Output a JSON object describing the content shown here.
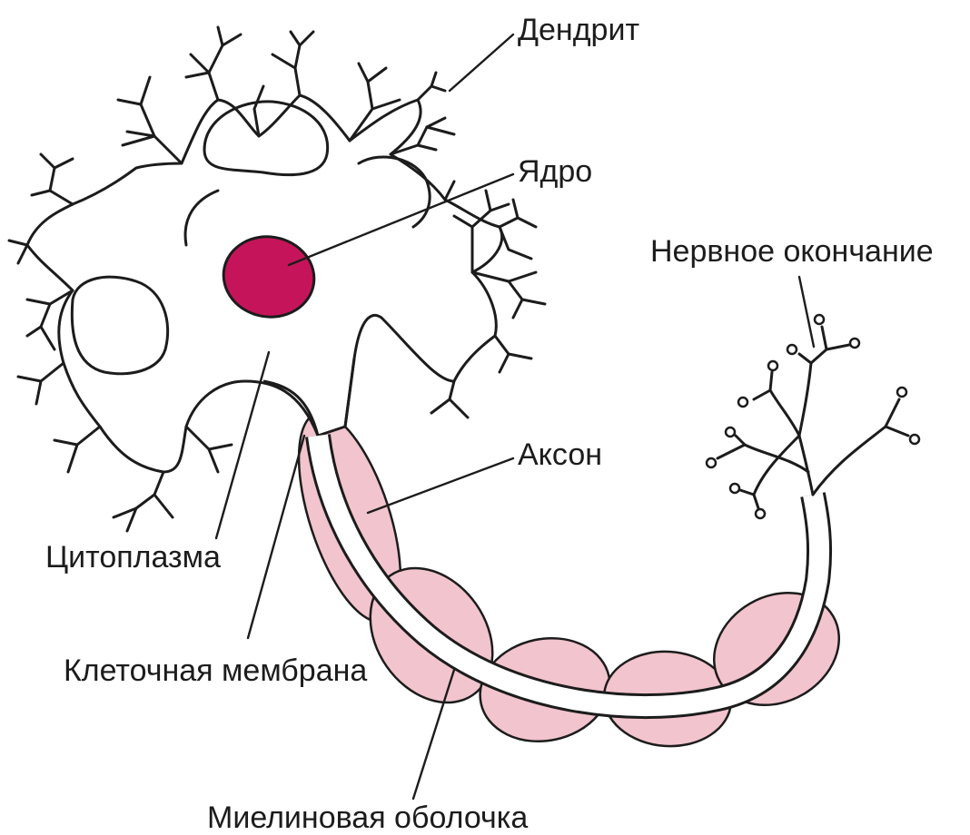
{
  "labels": {
    "dendrite": "Дендрит",
    "nucleus": "Ядро",
    "nerve_ending": "Нервное окончание",
    "axon": "Аксон",
    "cytoplasm": "Цитоплазма",
    "cell_membrane": "Клеточная мембрана",
    "myelin_sheath": "Миелиновая оболочка"
  },
  "colors": {
    "nucleus": "#c6145a",
    "myelin": "#f2c4cd",
    "outline": "#1c1c1c",
    "background": "#ffffff"
  }
}
